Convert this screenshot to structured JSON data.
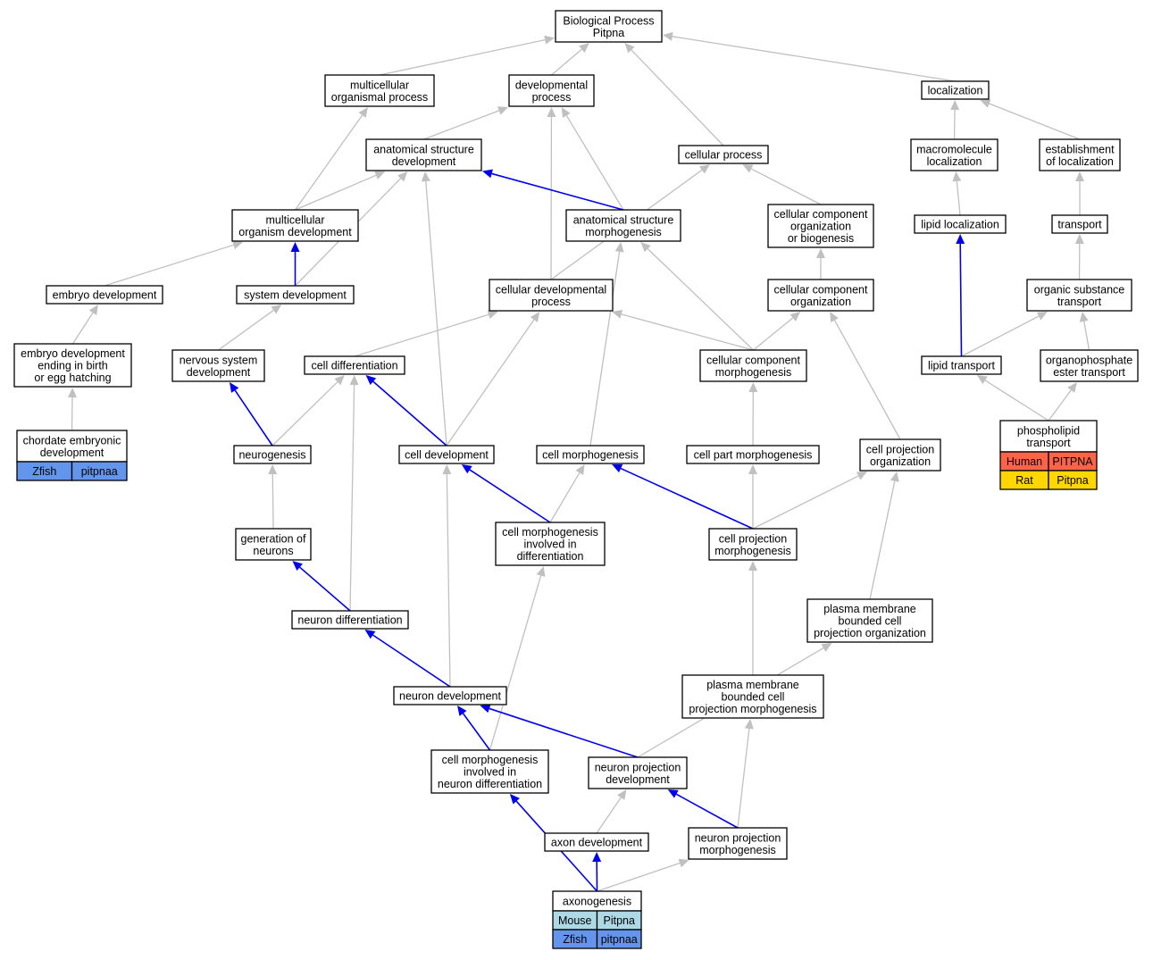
{
  "colors": {
    "edge_gray": "#c0c0c0",
    "edge_blue": "#0000ee",
    "human": "#ff6347",
    "rat": "#ffd700",
    "mouse": "#add8e6",
    "zfish": "#6495ed"
  },
  "nodes": {
    "bp": [
      "Biological Process",
      "Pitpna"
    ],
    "mop": [
      "multicellular",
      "organismal process"
    ],
    "devp": [
      "developmental",
      "process"
    ],
    "loc": [
      "localization"
    ],
    "asd": [
      "anatomical structure",
      "development"
    ],
    "cp": [
      "cellular process"
    ],
    "mml": [
      "macromolecule",
      "localization"
    ],
    "eol": [
      "establishment",
      "of localization"
    ],
    "mod": [
      "multicellular",
      "organism development"
    ],
    "asm": [
      "anatomical structure",
      "morphogenesis"
    ],
    "ccob": [
      "cellular component",
      "organization",
      "or biogenesis"
    ],
    "lloc": [
      "lipid localization"
    ],
    "tr": [
      "transport"
    ],
    "embd": [
      "embryo development"
    ],
    "sysd": [
      "system development"
    ],
    "cdp": [
      "cellular developmental",
      "process"
    ],
    "cco": [
      "cellular component",
      "organization"
    ],
    "ost": [
      "organic substance",
      "transport"
    ],
    "edb": [
      "embryo development",
      "ending in birth",
      "or egg hatching"
    ],
    "nsd": [
      "nervous system",
      "development"
    ],
    "cdiff": [
      "cell differentiation"
    ],
    "ccm": [
      "cellular component",
      "morphogenesis"
    ],
    "ltr": [
      "lipid transport"
    ],
    "oet": [
      "organophosphate",
      "ester transport"
    ],
    "ced": [
      "chordate embryonic",
      "development"
    ],
    "ngen": [
      "neurogenesis"
    ],
    "cdev": [
      "cell development"
    ],
    "cmorph": [
      "cell morphogenesis"
    ],
    "cpm": [
      "cell part morphogenesis"
    ],
    "cpo": [
      "cell projection",
      "organization"
    ],
    "plt": [
      "phospholipid",
      "transport"
    ],
    "gon": [
      "generation of",
      "neurons"
    ],
    "cmid": [
      "cell morphogenesis",
      "involved in",
      "differentiation"
    ],
    "cpmorph": [
      "cell projection",
      "morphogenesis"
    ],
    "pmbcpo": [
      "plasma membrane",
      "bounded cell",
      "projection organization"
    ],
    "ndiff": [
      "neuron differentiation"
    ],
    "pmbcpm": [
      "plasma membrane",
      "bounded cell",
      "projection morphogenesis"
    ],
    "ndev": [
      "neuron development"
    ],
    "cmind": [
      "cell morphogenesis",
      "involved in",
      "neuron differentiation"
    ],
    "npd": [
      "neuron projection",
      "development"
    ],
    "axd": [
      "axon development"
    ],
    "npm": [
      "neuron projection",
      "morphogenesis"
    ],
    "axg": [
      "axonogenesis"
    ]
  },
  "orthologs": {
    "ced": [
      [
        "Zfish",
        "pitpnaa"
      ]
    ],
    "plt": [
      [
        "Human",
        "PITPNA"
      ],
      [
        "Rat",
        "Pitpna"
      ]
    ],
    "axg": [
      [
        "Mouse",
        "Pitpna"
      ],
      [
        "Zfish",
        "pitpnaa"
      ]
    ]
  },
  "edges_gray": [
    [
      "mop",
      "bp"
    ],
    [
      "devp",
      "bp"
    ],
    [
      "cp",
      "bp"
    ],
    [
      "loc",
      "bp"
    ],
    [
      "asd",
      "devp"
    ],
    [
      "mml",
      "loc"
    ],
    [
      "eol",
      "loc"
    ],
    [
      "mod",
      "mop"
    ],
    [
      "mod",
      "asd"
    ],
    [
      "asm",
      "devp"
    ],
    [
      "ccob",
      "cp"
    ],
    [
      "lloc",
      "mml"
    ],
    [
      "tr",
      "eol"
    ],
    [
      "embd",
      "mod"
    ],
    [
      "sysd",
      "asd"
    ],
    [
      "cdp",
      "devp"
    ],
    [
      "cdp",
      "cp"
    ],
    [
      "cco",
      "ccob"
    ],
    [
      "ost",
      "tr"
    ],
    [
      "edb",
      "embd"
    ],
    [
      "nsd",
      "sysd"
    ],
    [
      "cdiff",
      "cdp"
    ],
    [
      "ccm",
      "cdp"
    ],
    [
      "ccm",
      "asm"
    ],
    [
      "ccm",
      "cco"
    ],
    [
      "ltr",
      "ost"
    ],
    [
      "oet",
      "ost"
    ],
    [
      "ced",
      "edb"
    ],
    [
      "ngen",
      "cdiff"
    ],
    [
      "cdev",
      "asd"
    ],
    [
      "cdev",
      "cdp"
    ],
    [
      "cmorph",
      "asm"
    ],
    [
      "cpm",
      "ccm"
    ],
    [
      "cpo",
      "cco"
    ],
    [
      "plt",
      "ltr"
    ],
    [
      "plt",
      "oet"
    ],
    [
      "gon",
      "ngen"
    ],
    [
      "cmid",
      "cmorph"
    ],
    [
      "cpmorph",
      "cpm"
    ],
    [
      "cpmorph",
      "cpo"
    ],
    [
      "pmbcpo",
      "cpo"
    ],
    [
      "ndiff",
      "cdiff"
    ],
    [
      "pmbcpm",
      "cpmorph"
    ],
    [
      "ndev",
      "cdev"
    ],
    [
      "cmind",
      "cmid"
    ],
    [
      "npd",
      "pmbcpo"
    ],
    [
      "axd",
      "npd"
    ],
    [
      "npm",
      "pmbcpm"
    ],
    [
      "axg",
      "npm"
    ]
  ],
  "edges_blue": [
    [
      "asm",
      "asd"
    ],
    [
      "sysd",
      "mod"
    ],
    [
      "ltr",
      "lloc"
    ],
    [
      "ngen",
      "nsd"
    ],
    [
      "cdev",
      "cdiff"
    ],
    [
      "cmid",
      "cdev"
    ],
    [
      "cpmorph",
      "cmorph"
    ],
    [
      "ndiff",
      "gon"
    ],
    [
      "ndev",
      "ndiff"
    ],
    [
      "cmind",
      "ndev"
    ],
    [
      "npd",
      "ndev"
    ],
    [
      "npm",
      "npd"
    ],
    [
      "axg",
      "axd"
    ],
    [
      "axg",
      "cmind"
    ]
  ]
}
